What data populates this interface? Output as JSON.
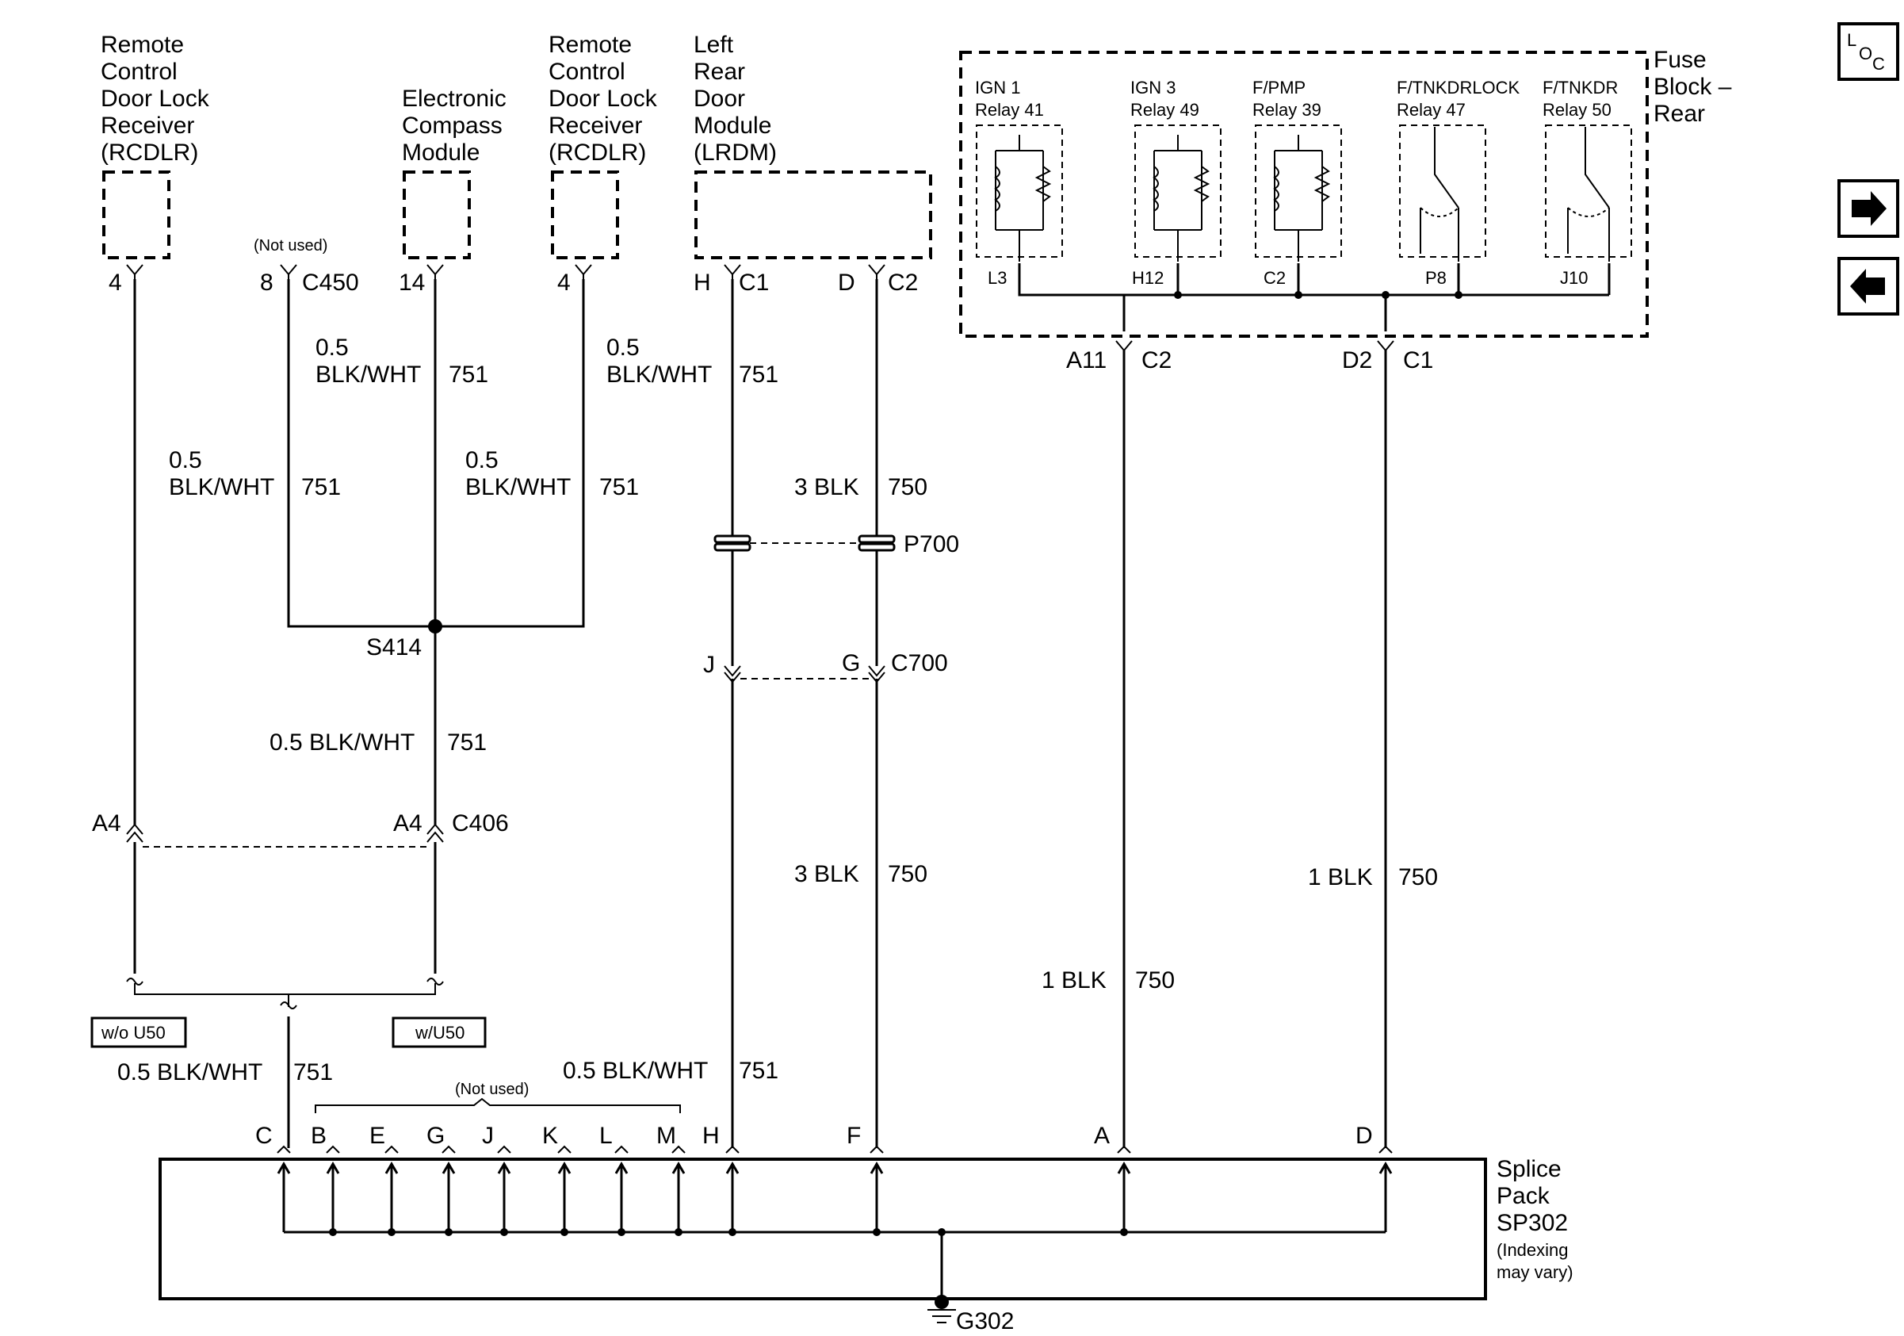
{
  "components": {
    "rcdlr_left": {
      "l1": "Remote",
      "l2": "Control",
      "l3": "Door Lock",
      "l4": "Receiver",
      "l5": "(RCDLR)"
    },
    "compass": {
      "l1": "Electronic",
      "l2": "Compass",
      "l3": "Module"
    },
    "rcdlr_right": {
      "l1": "Remote",
      "l2": "Control",
      "l3": "Door Lock",
      "l4": "Receiver",
      "l5": "(RCDLR)"
    },
    "lrdm": {
      "l1": "Left",
      "l2": "Rear",
      "l3": "Door",
      "l4": "Module",
      "l5": "(LRDM)"
    },
    "fuse_block": {
      "l1": "Fuse",
      "l2": "Block –",
      "l3": "Rear"
    },
    "splice_pack": {
      "l1": "Splice",
      "l2": "Pack",
      "l3": "SP302",
      "l4": "(Indexing",
      "l5": "may vary)"
    }
  },
  "relays": [
    {
      "name": "IGN 1",
      "relay": "Relay 41",
      "pin": "L3"
    },
    {
      "name": "IGN 3",
      "relay": "Relay 49",
      "pin": "H12"
    },
    {
      "name": "F/PMP",
      "relay": "Relay 39",
      "pin": "C2"
    },
    {
      "name": "F/TNKDRLOCK",
      "relay": "Relay 47",
      "pin": "P8"
    },
    {
      "name": "F/TNKDR",
      "relay": "Relay 50",
      "pin": "J10"
    }
  ],
  "pins": {
    "rcdlr_left": "4",
    "c450_pin": "8",
    "c450": "C450",
    "not_used": "(Not used)",
    "compass_pin": "14",
    "rcdlr_right": "4",
    "lrdm_h": "H",
    "c1": "C1",
    "lrdm_d": "D",
    "c2": "C2",
    "fb_a11": "A11",
    "fb_c2": "C2",
    "fb_d2": "D2",
    "fb_c1": "C1"
  },
  "wires": {
    "w1_size": "0.5",
    "w1_color": "BLK/WHT",
    "w1_circuit": "751",
    "w2_size": "0.5",
    "w2_color": "BLK/WHT",
    "w2_circuit": "751",
    "w3_size": "0.5",
    "w3_color": "BLK/WHT",
    "w3_circuit": "751",
    "w4_size": "0.5",
    "w4_color": "BLK/WHT",
    "w4_circuit": "751",
    "w5_label": "3 BLK",
    "w5_circuit": "750",
    "s414_label": "0.5 BLK/WHT",
    "s414_circuit": "751",
    "w6_label": "3 BLK",
    "w6_circuit": "750",
    "w7_label": "1 BLK",
    "w7_circuit": "750",
    "w8_label": "1 BLK",
    "w8_circuit": "750",
    "w9_label": "0.5 BLK/WHT",
    "w9_circuit": "751",
    "w10_label": "0.5 BLK/WHT",
    "w10_circuit": "751"
  },
  "connectors": {
    "p700": "P700",
    "c700_j": "J",
    "c700_g": "G",
    "c700": "C700",
    "s414": "S414",
    "c406_a4_left": "A4",
    "c406_a4_right": "A4",
    "c406": "C406",
    "wo_u50": "w/o U50",
    "w_u50": "w/U50",
    "g302": "G302"
  },
  "splice_pins": [
    "C",
    "B",
    "E",
    "G",
    "J",
    "K",
    "L",
    "M",
    "H",
    "F",
    "A",
    "D"
  ],
  "splice_not_used": "(Not used)",
  "nav": {
    "loc_l": "L",
    "loc_o": "O",
    "loc_c": "C",
    "next": "➔",
    "prev": "🡐"
  }
}
